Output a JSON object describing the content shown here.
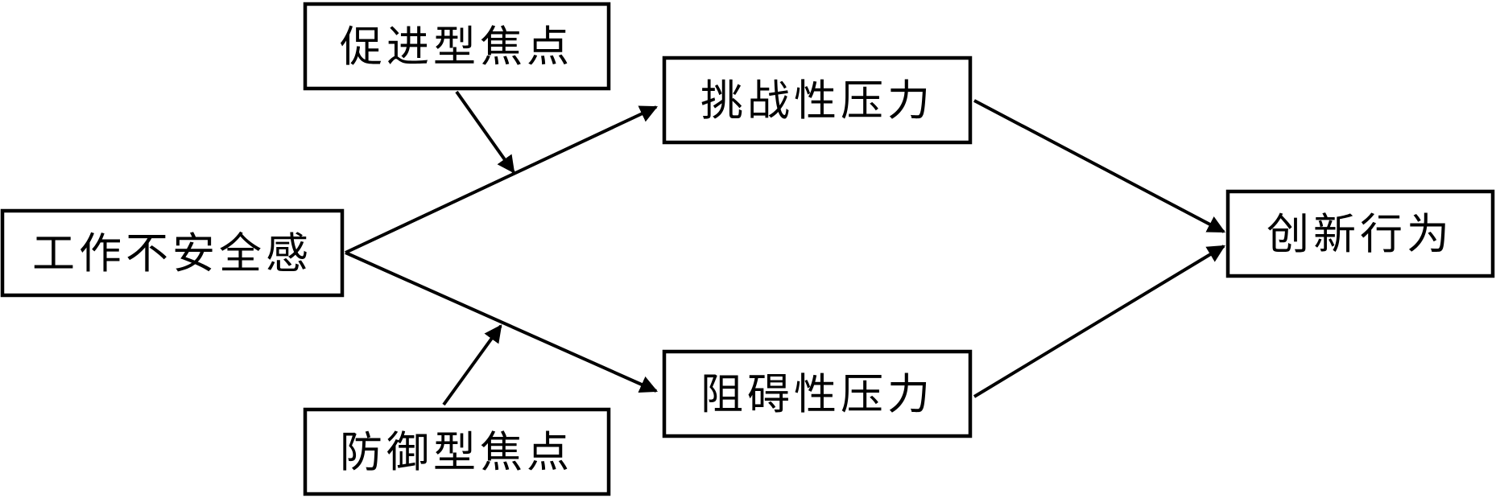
{
  "nodes": {
    "job_insecurity": "工作不安全感",
    "promotion_focus": "促进型焦点",
    "prevention_focus": "防御型焦点",
    "challenge_stress": "挑战性压力",
    "hindrance_stress": "阻碍性压力",
    "innovative_behavior": "创新行为"
  },
  "edges": [
    {
      "from": "job_insecurity",
      "to": "challenge_stress",
      "type": "effect"
    },
    {
      "from": "job_insecurity",
      "to": "hindrance_stress",
      "type": "effect"
    },
    {
      "from": "challenge_stress",
      "to": "innovative_behavior",
      "type": "effect"
    },
    {
      "from": "hindrance_stress",
      "to": "innovative_behavior",
      "type": "effect"
    },
    {
      "from": "promotion_focus",
      "to": "job_insecurity->challenge_stress",
      "type": "moderation"
    },
    {
      "from": "prevention_focus",
      "to": "job_insecurity->hindrance_stress",
      "type": "moderation"
    }
  ]
}
